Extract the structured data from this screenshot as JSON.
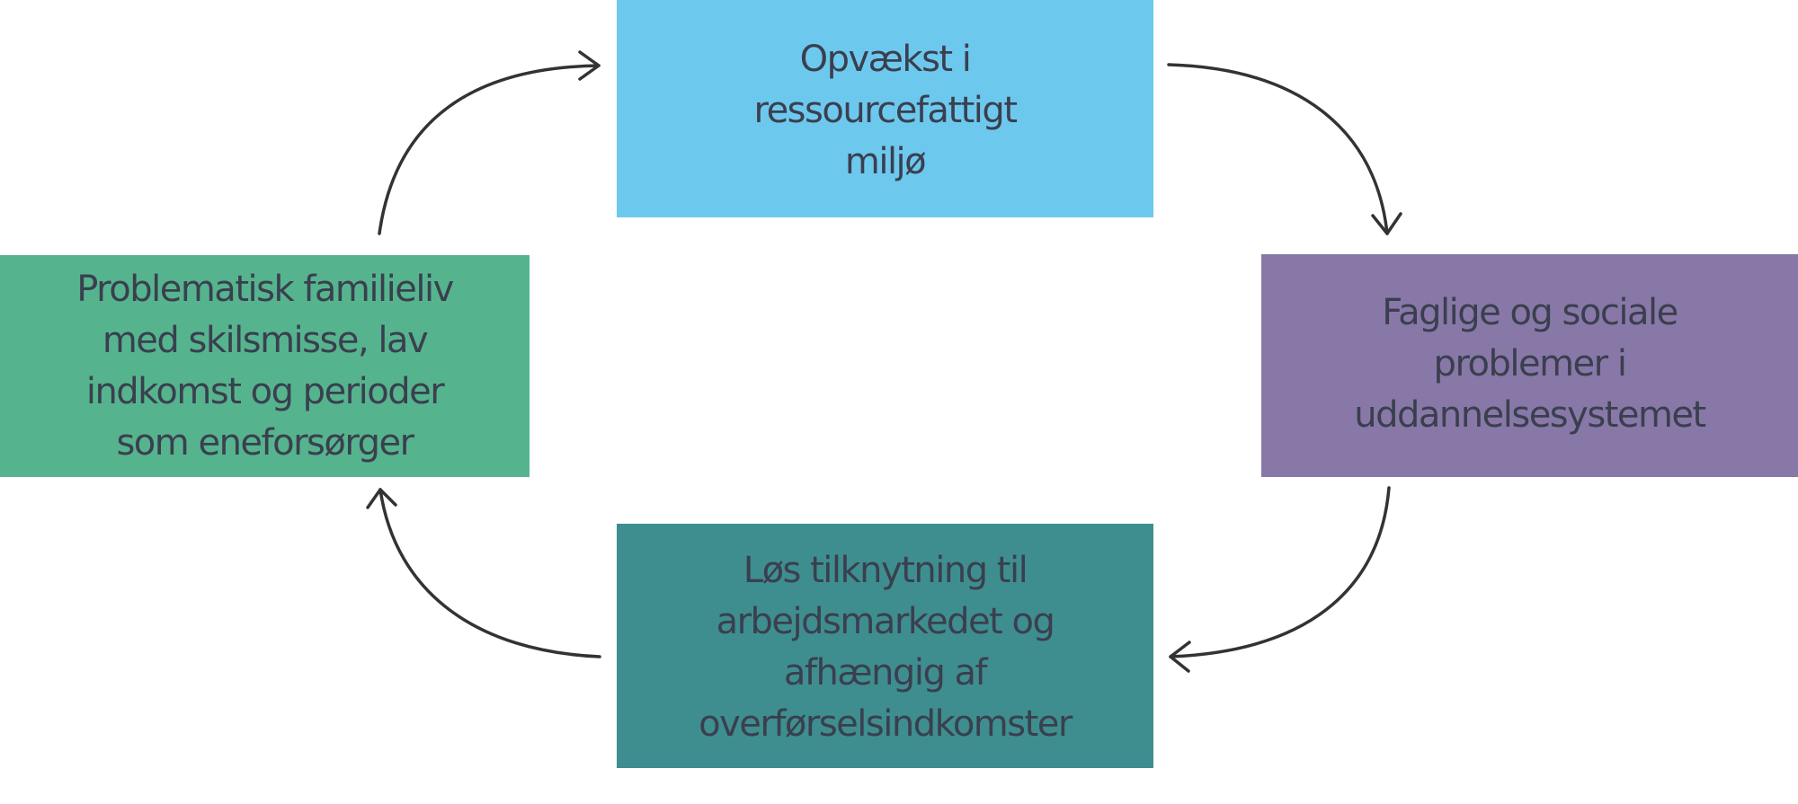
{
  "diagram": {
    "type": "cycle",
    "direction": "clockwise",
    "nodes": [
      {
        "id": "top",
        "position": "top",
        "color": "#6DC8EE",
        "lines": [
          "Opvækst i",
          "ressourcefattigt",
          "miljø"
        ]
      },
      {
        "id": "right",
        "position": "right",
        "color": "#8878A8",
        "lines": [
          "Faglige og sociale",
          "problemer i",
          "uddannelsesystemet"
        ]
      },
      {
        "id": "bottom",
        "position": "bottom",
        "color": "#3E8E90",
        "lines": [
          "Løs tilknytning til",
          "arbejdsmarkedet og",
          "afhængig af",
          "overførselsindkomster"
        ]
      },
      {
        "id": "left",
        "position": "left",
        "color": "#55B48E",
        "lines": [
          "Problematisk familieliv",
          "med skilsmisse, lav",
          "indkomst og perioder",
          "som eneforsørger"
        ]
      }
    ],
    "edges": [
      {
        "from": "top",
        "to": "right"
      },
      {
        "from": "right",
        "to": "bottom"
      },
      {
        "from": "bottom",
        "to": "left"
      },
      {
        "from": "left",
        "to": "top"
      }
    ],
    "text_color": "#3A3F4E",
    "arrow_color": "#333333"
  }
}
